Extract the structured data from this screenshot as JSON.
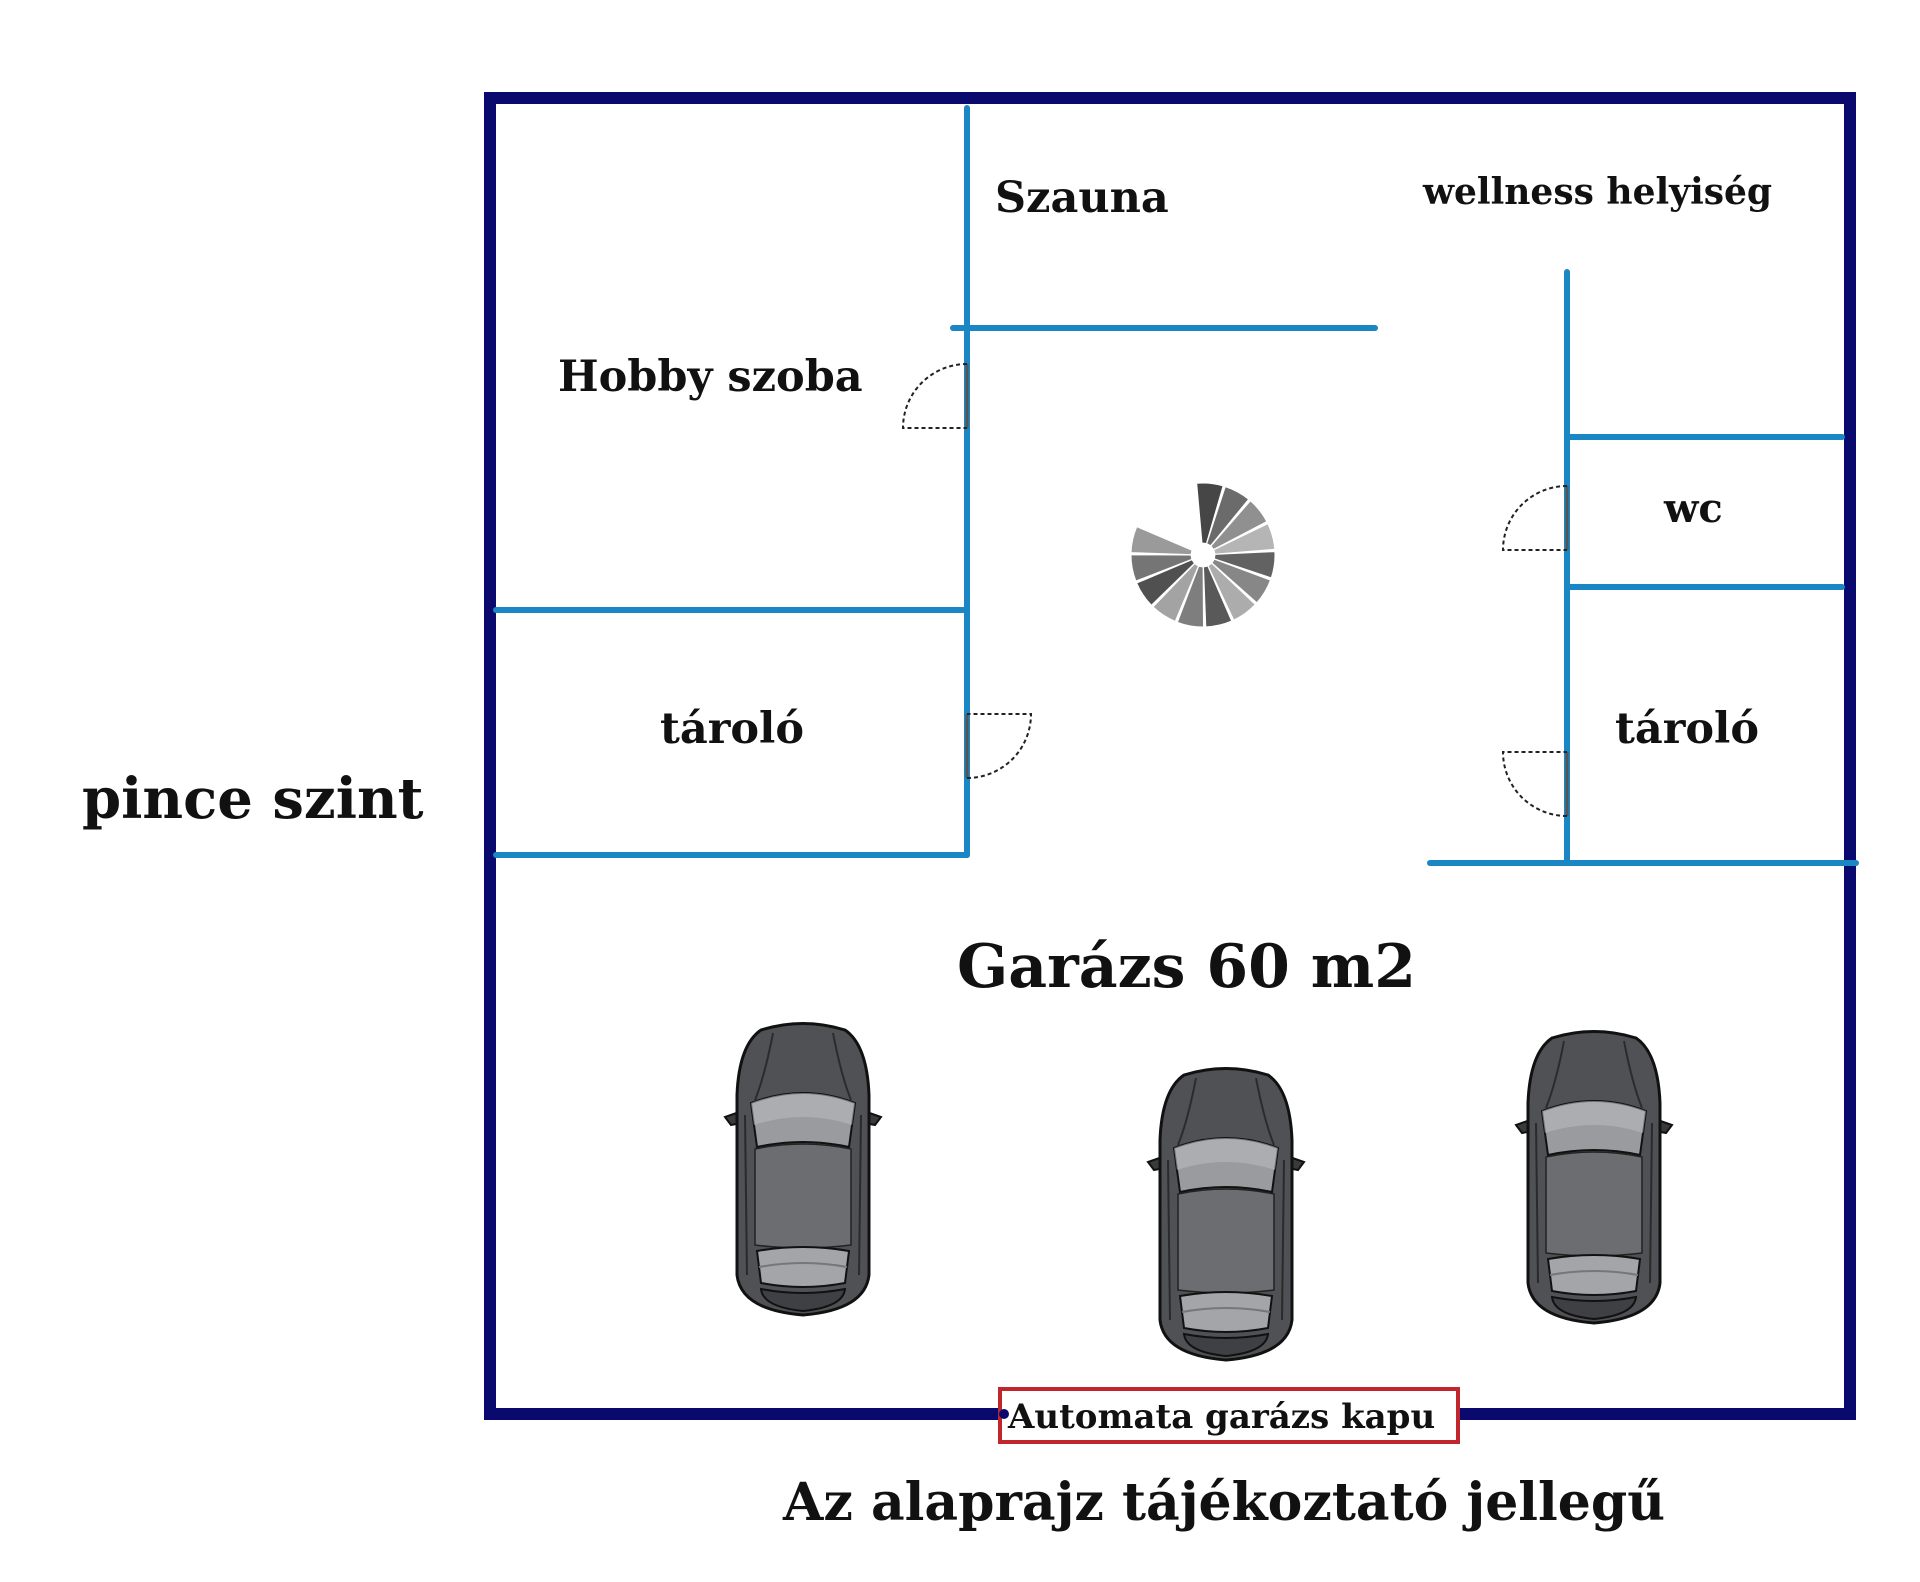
{
  "level_label": "pince szint",
  "rooms": {
    "hobby": "Hobby szoba",
    "sauna": "Szauna",
    "wellness": "wellness helyiség",
    "storage_left": "tároló",
    "wc": "wc",
    "storage_right": "tároló",
    "garage": "Garázs 60 m2"
  },
  "gate_label": "Automata garázs kapu",
  "disclaimer": "Az alaprajz tájékoztató jellegű",
  "colors": {
    "outer_wall": "#0a0a6e",
    "inner_wall": "#1a86c4",
    "gate_box": "#c0262c",
    "car_body": "#4d4e51",
    "stair_dark": "#555555"
  },
  "icons": [
    "spiral-stair-icon",
    "car-icon",
    "door-swing-icon"
  ]
}
